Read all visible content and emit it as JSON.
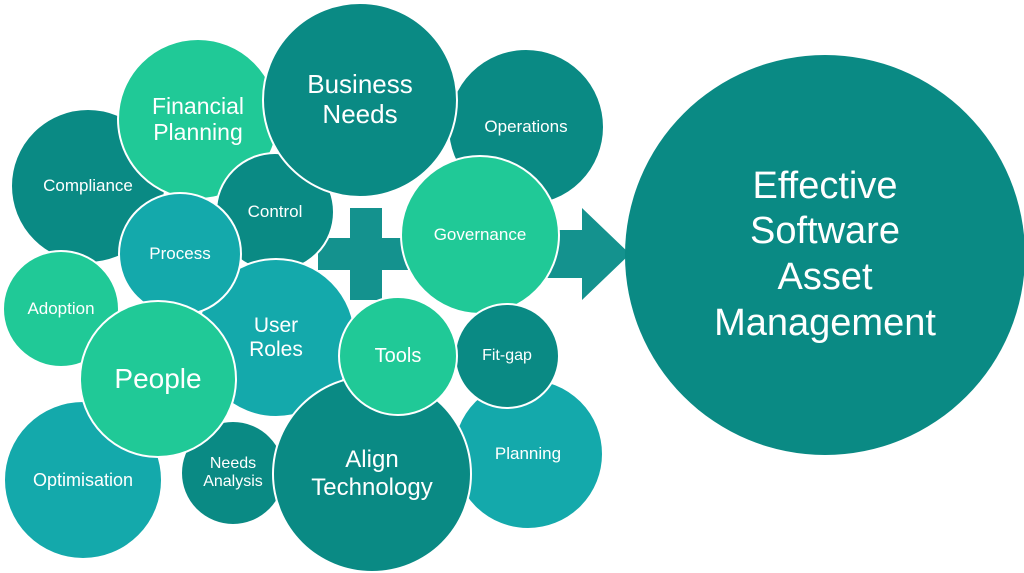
{
  "colors": {
    "dark_teal": "#0a8a84",
    "mid_teal": "#14a9ab",
    "mint": "#20c997",
    "plus_and_arrow": "#14928e"
  },
  "diagram": {
    "bubbles": [
      {
        "id": "business-needs",
        "label": "Business\nNeeds",
        "color": "dark_teal"
      },
      {
        "id": "financial-planning",
        "label": "Financial\nPlanning",
        "color": "mint"
      },
      {
        "id": "compliance",
        "label": "Compliance",
        "color": "dark_teal"
      },
      {
        "id": "control",
        "label": "Control",
        "color": "dark_teal"
      },
      {
        "id": "operations",
        "label": "Operations",
        "color": "dark_teal"
      },
      {
        "id": "governance",
        "label": "Governance",
        "color": "mint"
      },
      {
        "id": "process",
        "label": "Process",
        "color": "mid_teal"
      },
      {
        "id": "adoption",
        "label": "Adoption",
        "color": "mint"
      },
      {
        "id": "user-roles",
        "label": "User\nRoles",
        "color": "mid_teal"
      },
      {
        "id": "people",
        "label": "People",
        "color": "mint"
      },
      {
        "id": "optimisation",
        "label": "Optimisation",
        "color": "mid_teal"
      },
      {
        "id": "needs-analysis",
        "label": "Needs\nAnalysis",
        "color": "dark_teal"
      },
      {
        "id": "planning",
        "label": "Planning",
        "color": "mid_teal"
      },
      {
        "id": "align-technology",
        "label": "Align\nTechnology",
        "color": "dark_teal"
      },
      {
        "id": "fit-gap",
        "label": "Fit-gap",
        "color": "dark_teal"
      },
      {
        "id": "tools",
        "label": "Tools",
        "color": "mint"
      }
    ],
    "result": {
      "label": "Effective\nSoftware\nAsset\nManagement",
      "color": "dark_teal"
    }
  }
}
